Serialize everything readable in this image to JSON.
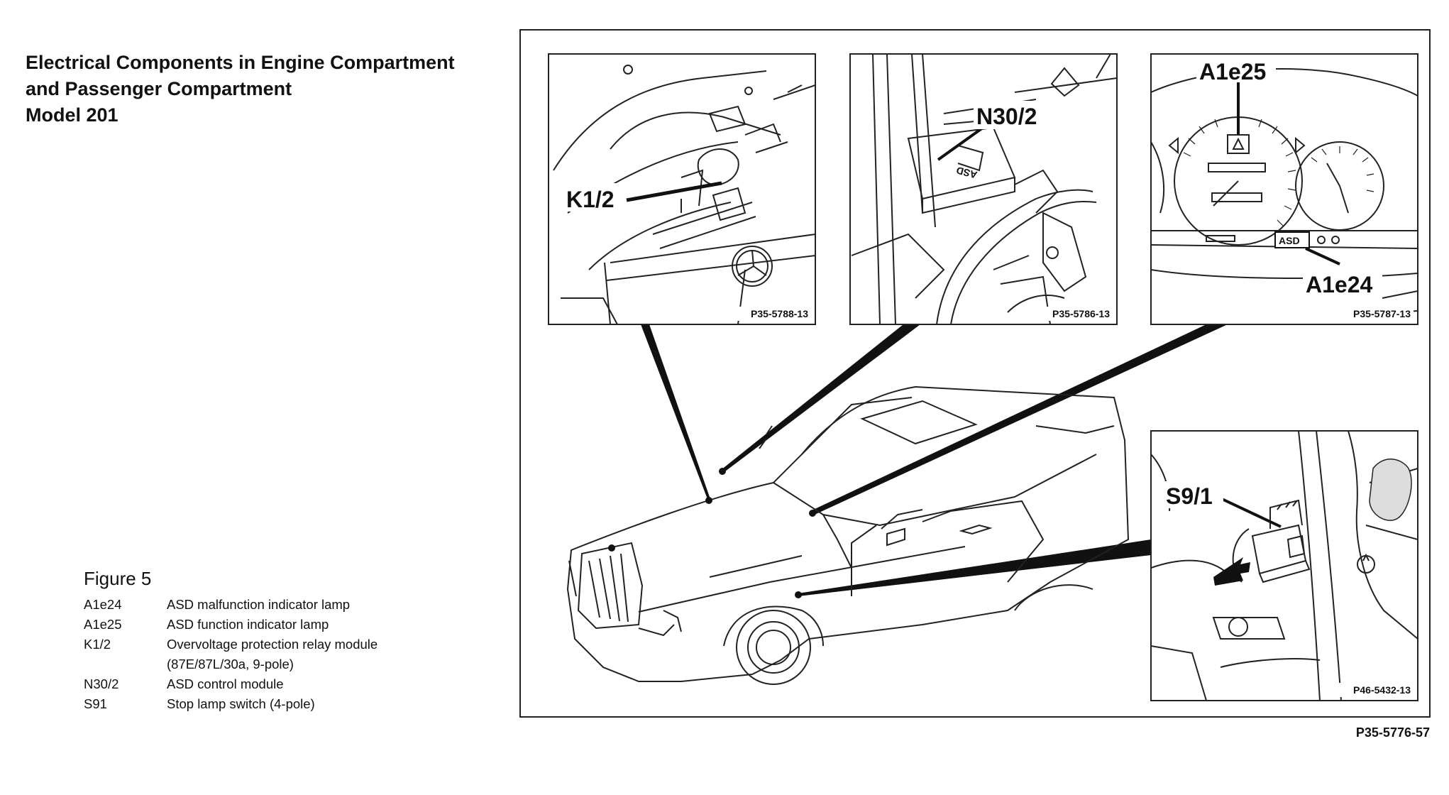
{
  "title_lines": [
    "Electrical Components in Engine Compartment",
    "and Passenger Compartment",
    "Model 201"
  ],
  "figure_label": "Figure 5",
  "legend": [
    {
      "code": "A1e24",
      "desc": "ASD malfunction indicator lamp"
    },
    {
      "code": "A1e25",
      "desc": "ASD function indicator lamp"
    },
    {
      "code": "K1/2",
      "desc": "Overvoltage protection relay module"
    },
    {
      "code": "",
      "desc": "(87E/87L/30a, 9-pole)"
    },
    {
      "code": "N30/2",
      "desc": "ASD control module"
    },
    {
      "code": "S91",
      "desc": "Stop lamp switch (4-pole)"
    }
  ],
  "callouts": {
    "k12": "K1/2",
    "n302": "N30/2",
    "a1e25": "A1e25",
    "a1e24": "A1e24",
    "s91": "S9/1",
    "asd_tag": "ASD"
  },
  "panel_codes": {
    "p1": "P35-5788-13",
    "p2": "P35-5786-13",
    "p3": "P35-5787-13",
    "p4": "P46-5432-13"
  },
  "main_code": "P35-5776-57"
}
